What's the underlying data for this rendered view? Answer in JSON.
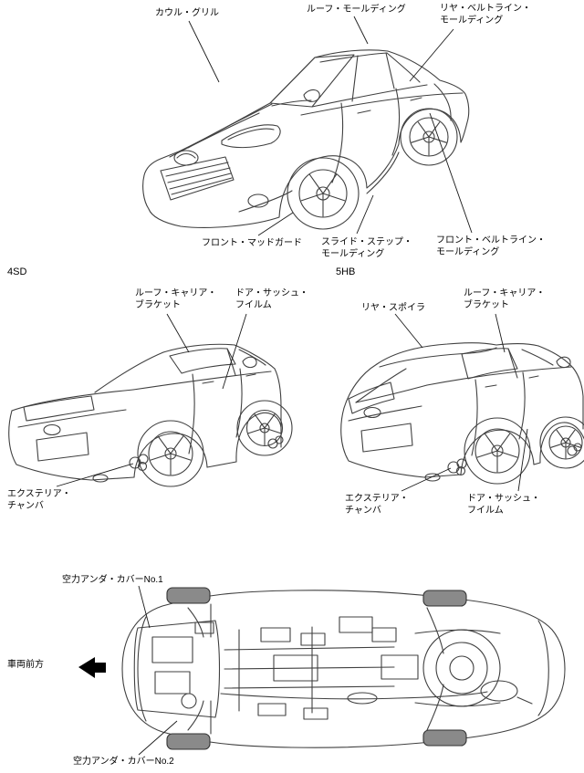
{
  "page": {
    "background": "#ffffff",
    "line_color": "#404040",
    "text_color": "#000000"
  },
  "sections": {
    "front_view": {
      "labels": {
        "cowl_grille": "カウル・グリル",
        "roof_molding": "ルーフ・モールディング",
        "rear_beltline_molding": "リヤ・ベルトライン・\nモールディング",
        "front_mudguard": "フロント・マッドガード",
        "slide_step_molding": "スライド・ステップ・\nモールディング",
        "front_beltline_molding": "フロント・ベルトライン・\nモールディング"
      }
    },
    "sedan_rear_view": {
      "variant_code": "4SD",
      "labels": {
        "roof_carrier_bracket": "ルーフ・キャリア・\nブラケット",
        "door_sash_film": "ドア・サッシュ・\nフイルム",
        "exterior_chamber": "エクステリア・\nチャンバ"
      }
    },
    "hatchback_rear_view": {
      "variant_code": "5HB",
      "labels": {
        "rear_spoiler": "リヤ・スポイラ",
        "roof_carrier_bracket": "ルーフ・キャリア・\nブラケット",
        "exterior_chamber": "エクステリア・\nチャンバ",
        "door_sash_film": "ドア・サッシュ・\nフイルム"
      }
    },
    "underbody_view": {
      "labels": {
        "aero_under_cover_no1": "空力アンダ・カバーNo.1",
        "vehicle_front": "車両前方",
        "aero_under_cover_no2": "空力アンダ・カバーNo.2"
      }
    }
  }
}
